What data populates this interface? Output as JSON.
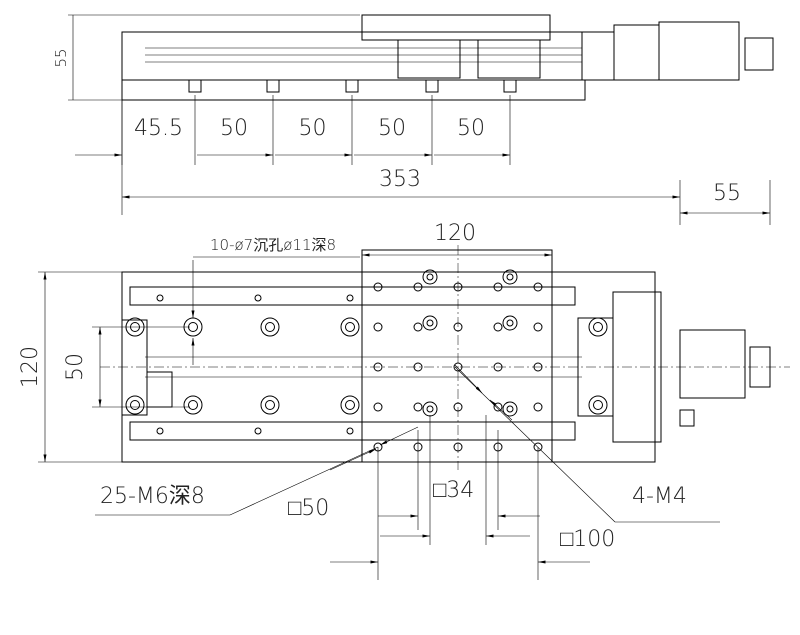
{
  "side_view": {
    "height_label": "55",
    "spacing_labels": [
      "45.5",
      "50",
      "50",
      "50",
      "50"
    ],
    "total_length_label": "353",
    "motor_length_label": "55"
  },
  "plan_view": {
    "table_width_label": "120",
    "counterbore_note": "10-ø7沉孔ø11深8",
    "base_width_label": "120",
    "rail_spacing_label": "50",
    "tapped_holes_note": "25-M6深8",
    "square_50_label": "□50",
    "square_34_label": "□34",
    "square_100_label": "□100",
    "m4_note": "4-M4"
  }
}
